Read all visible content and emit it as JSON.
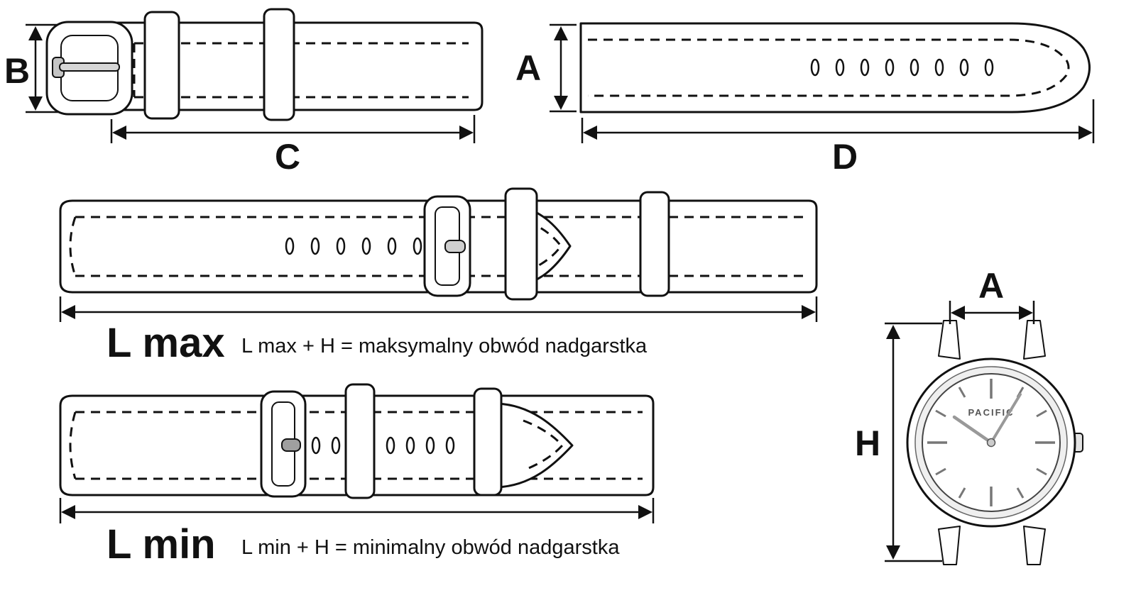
{
  "diagram": {
    "dim_b": "B",
    "dim_a": "A",
    "dim_c": "C",
    "dim_d": "D",
    "l_max_label": "L max",
    "l_max_formula": "L max + H  = maksymalny obwód nadgarstka",
    "l_min_label": "L min",
    "l_min_formula": "L min + H  = minimalny obwód nadgarstka",
    "watch_dim_a": "A",
    "watch_dim_h": "H",
    "watch_brand": "PACIFIC"
  },
  "colors": {
    "line": "#111111",
    "background": "#ffffff",
    "metal_gray": "#d6d6d6",
    "marker_gray": "#777777"
  }
}
